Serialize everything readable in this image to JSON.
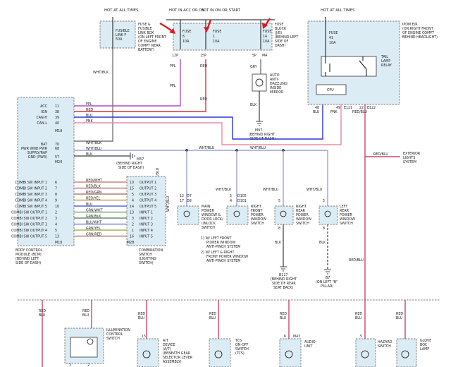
{
  "power_sources": {
    "hot_at_all_times": "HOT AT ALL TIMES",
    "hot_in_acc_or_on": "HOT IN ACC OR ON",
    "hot_in_on_or_start": "HOT IN ON OR START",
    "fusible_link": [
      "FUSIBLE",
      "LINK F",
      "50A"
    ],
    "fuse_link_box": [
      "FUSE &",
      "FUSIBLE",
      "LINK BOX",
      "(ON LEFT FRONT",
      "OF ENGINE",
      "COMPT NEAR",
      "BATTERY)"
    ],
    "fuse6": [
      "FUSE",
      "6",
      "10A"
    ],
    "fuse1": [
      "FUSE",
      "1",
      "10A"
    ],
    "fuse14": [
      "FUSE",
      "14",
      "10A"
    ],
    "fuse_block": [
      "FUSE",
      "BLOCK",
      "(J/B)",
      "(BEHIND LEFT",
      "SIDE OF",
      "DASH)"
    ],
    "fuse41": [
      "FUSE",
      "41",
      "10A"
    ],
    "ipdm": [
      "IPDM E/R",
      "(ON RIGHT FRONT",
      "OF ENGINE COMPT",
      "BEHIND HEADLIGHT)"
    ],
    "connectors": {
      "c12p": "12P",
      "c15p": "15P",
      "c5p": "5P",
      "m4": "M4"
    }
  },
  "wires": {
    "wht_blk": "WHT/BLK",
    "ppl": "PPL",
    "red": "RED",
    "gry": "GRY",
    "blk": "BLK",
    "blu": "BLU",
    "pnk": "PNK",
    "red_blu": "RED/BLU",
    "wht_blu": "WHT/BLU"
  },
  "tail_lamp_relay": [
    "TAIL",
    "LAMP",
    "RELAY"
  ],
  "cpu": "CPU",
  "ipdm_pins": {
    "p48": "48",
    "p49": "49",
    "e121": "E121",
    "p22": "22",
    "e122": "E122"
  },
  "mirror": [
    "AUTO",
    "ANTI-",
    "DAZZLING",
    "INSIDE",
    "MIRROR"
  ],
  "m97_ground": [
    "M97",
    "(BEHIND RIGHT",
    "SIDE OF DASH)"
  ],
  "m57_ground": [
    "M57",
    "(BEHIND RIGHT",
    "SIDE OF DASH)"
  ],
  "exterior_lights": [
    "EXTERIOR",
    "LIGHTS",
    "SYSTEM"
  ],
  "bcm": {
    "pins": [
      {
        "label": "ACC",
        "num": "11",
        "wire": "PPL"
      },
      {
        "label": "IGN",
        "num": "38",
        "wire": "RED"
      },
      {
        "label": "CAN-H",
        "num": "39",
        "wire": "BLU"
      },
      {
        "label": "CAN-L",
        "num": "40",
        "wire": "PNK"
      }
    ],
    "m18": "M18",
    "lower_pins": [
      {
        "label": "BAT",
        "num": "70",
        "wire": "WHT/BLK"
      },
      {
        "label": "PWR WND PWR",
        "num": "68",
        "wire": "WHT/BLU"
      },
      {
        "label": "SUPPLY/RAP",
        "num": "",
        "wire": ""
      },
      {
        "label": "GND (PWR)",
        "num": "57",
        "wire": "BLK"
      }
    ],
    "m20": "M20",
    "inputs": [
      {
        "label": "COMBI SW INPUT 1",
        "num": "6",
        "wire": "RED/WHT"
      },
      {
        "label": "COMBI SW INPUT 2",
        "num": "7",
        "wire": "RED/BLK"
      },
      {
        "label": "COMBI SW INPUT 3",
        "num": "8",
        "wire": "RED/GRN"
      },
      {
        "label": "COMBI SW INPUT 4",
        "num": "9",
        "wire": "RED/YEL"
      },
      {
        "label": "COMBI SW INPUT 5",
        "num": "10",
        "wire": "BLU"
      },
      {
        "label": "COMBI SW OUTPUT 1",
        "num": "2",
        "wire": "GRN/WHT"
      },
      {
        "label": "COMBI SW OUTPUT 2",
        "num": "3",
        "wire": "GRN/BLK"
      },
      {
        "label": "COMBI SW OUTPUT 3",
        "num": "4",
        "wire": "BLU/WHT"
      },
      {
        "label": "COMBI SW OUTPUT 4",
        "num": "5",
        "wire": "GRN/YEL"
      },
      {
        "label": "COMBI SW OUTPUT 5",
        "num": "13",
        "wire": "GRN/RED"
      }
    ],
    "m18b": "M18",
    "title": [
      "BODY CONTROL",
      "MODULE (BCM)",
      "(BEHIND LEFT",
      "SIDE OF DASH)"
    ]
  },
  "combi_switch": {
    "pins": [
      {
        "num": "10",
        "label": "OUTPUT 1"
      },
      {
        "num": "15",
        "label": "OUTPUT 2"
      },
      {
        "num": "5",
        "label": "OUTPUT 3"
      },
      {
        "num": "4",
        "label": "OUTPUT 4"
      },
      {
        "num": "14",
        "label": "OUTPUT 5"
      },
      {
        "num": "13",
        "label": "INPUT 1"
      },
      {
        "num": "3",
        "label": "INPUT 2"
      },
      {
        "num": "2",
        "label": "INPUT 3"
      },
      {
        "num": "1",
        "label": "INPUT 4"
      },
      {
        "num": "16",
        "label": "INPUT 5"
      }
    ],
    "m28": "M28",
    "title": [
      "COMBINATION",
      "SWITCH",
      "(LIGHTING",
      "SWITCH)"
    ]
  },
  "window_switches": {
    "main": {
      "pins": [
        "12",
        "17",
        "D7",
        "D8"
      ],
      "label": [
        "MAIN",
        "POWER",
        "WINDOW &",
        "DOOR LOCK/",
        "UNLOCK",
        "SWITCH"
      ]
    },
    "rf": {
      "pins": [
        "5",
        "4",
        "D105",
        "D101"
      ],
      "label": [
        "RIGHT",
        "FRONT",
        "POWER",
        "WINDOW",
        "SWITCH"
      ]
    },
    "rr": {
      "pins": [
        "5",
        "8"
      ],
      "label": [
        "RIGHT",
        "REAR",
        "POWER",
        "WINDOW",
        "SWITCH"
      ]
    },
    "lr": {
      "pins": [
        "5",
        "8"
      ],
      "label": [
        "LEFT",
        "REAR",
        "POWER",
        "WINDOW",
        "SWITCH"
      ]
    },
    "notes": [
      "1) W/ LEFT FRONT",
      "POWER WINDOW",
      "ANTI-PINCH SYSTEM",
      "2) W/ LEFT & RIGHT",
      "FRONT POWER WINDOW",
      "ANTI-PINCH SYSTEM"
    ]
  },
  "b117": [
    "B117",
    "(BEHIND RIGHT",
    "SIDE OF REAR",
    "SEAT BACK)"
  ],
  "b7": [
    "B7",
    "(ON LEFT \"B\"",
    "PILLAR)"
  ],
  "bottom": {
    "illumination": [
      "ILLUMINATION",
      "CONTROL",
      "SWITCH"
    ],
    "at_device": [
      "A/T",
      "DEVICE",
      "(A/T)",
      "(BENEATH GEAR",
      "SELECTOR LEVER",
      "ASSEMBLY)"
    ],
    "tcs": [
      "TCS",
      "ON-OFF",
      "SWITCH",
      "(TCS)"
    ],
    "audio": [
      "AUDIO",
      "UNIT"
    ],
    "hazard": [
      "HAZARD",
      "SWITCH"
    ],
    "glove": [
      "GLOVE",
      "BOX",
      "LAMP"
    ],
    "pins": {
      "p15": "15",
      "p6": "6",
      "p5": "5",
      "m43": "M43",
      "p3": "3",
      "p2": "2"
    }
  },
  "colors": {
    "ppl": "#b04fc2",
    "red": "#d8343a",
    "blu": "#2b35d6",
    "pnk": "#f08aa4",
    "red_blu": "#c9486a",
    "wht_blu": "#9aa2d8",
    "wht_blk": "#777777",
    "arrow": "#e0161c"
  }
}
